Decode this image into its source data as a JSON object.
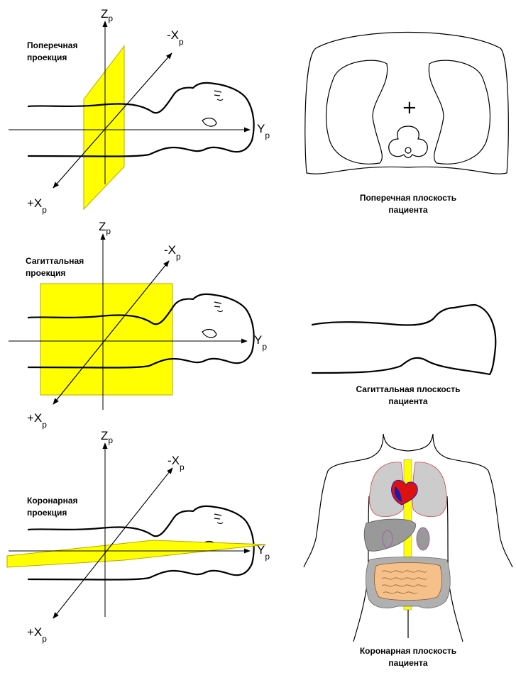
{
  "colors": {
    "plane": "#ffff00",
    "plane_stroke": "#b8a800",
    "line": "#000000"
  },
  "panels": [
    {
      "projection_label": [
        "Поперечная",
        "проекция"
      ],
      "axis_z": "Z",
      "axis_z_sub": "p",
      "axis_minus_x": "-X",
      "axis_minus_x_sub": "p",
      "axis_y": "Y",
      "axis_y_sub": "p",
      "axis_plus_x": "+X",
      "axis_plus_x_sub": "p",
      "caption": [
        "Поперечная плоскость",
        "пациента"
      ]
    },
    {
      "projection_label": [
        "Сагиттальная",
        "проекция"
      ],
      "axis_z": "Z",
      "axis_z_sub": "p",
      "axis_minus_x": "-X",
      "axis_minus_x_sub": "p",
      "axis_y": "Y",
      "axis_y_sub": "p",
      "axis_plus_x": "+X",
      "axis_plus_x_sub": "p",
      "caption": [
        "Сагиттальная плоскость",
        "пациента"
      ]
    },
    {
      "projection_label": [
        "Коронарная",
        "проекция"
      ],
      "axis_z": "Z",
      "axis_z_sub": "p",
      "axis_minus_x": "-X",
      "axis_minus_x_sub": "p",
      "axis_y": "Y",
      "axis_y_sub": "p",
      "axis_plus_x": "+X",
      "axis_plus_x_sub": "p",
      "caption": [
        "Коронарная плоскость",
        "пациента"
      ]
    }
  ],
  "transverse_marker": "+",
  "organs": {
    "lungs": "#cccccc",
    "heart_red": "#dd1111",
    "heart_blue": "#1a1ab0",
    "liver": "#999999",
    "kidney": "#999999",
    "intestine": "#f5c08a",
    "colon": "#b0b0b0",
    "spine": "#ffff00",
    "organ_outline": "#cc4444"
  }
}
